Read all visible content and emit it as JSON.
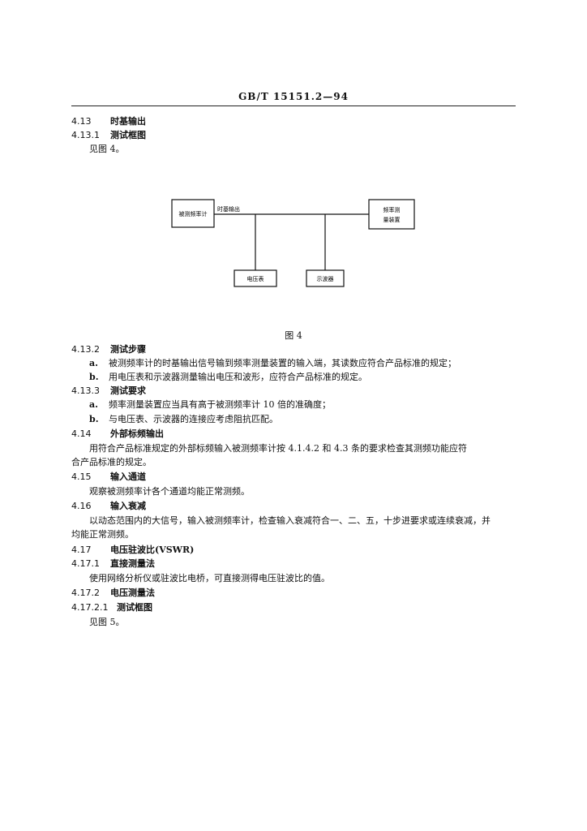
{
  "header": {
    "code": "GB/T  15151.2—94"
  },
  "sections": {
    "s4_13": {
      "num": "4.13",
      "title": "时基输出"
    },
    "s4_13_1": {
      "num": "4.13.1",
      "title": "测试框图",
      "body": "见图 4。"
    },
    "figure4": {
      "caption": "图 4",
      "boxes": {
        "dut": "被测频率计",
        "meas_line1": "频率测",
        "meas_line2": "量装置",
        "voltmeter": "电压表",
        "scope": "示波器"
      },
      "line_label": "时基输出"
    },
    "s4_13_2": {
      "num": "4.13.2",
      "title": "测试步骤",
      "items": [
        {
          "label": "a.",
          "text": "被测频率计的时基输出信号输到频率测量装置的输入端，其读数应符合产品标准的规定；"
        },
        {
          "label": "b.",
          "text": "用电压表和示波器测量输出电压和波形，应符合产品标准的规定。"
        }
      ]
    },
    "s4_13_3": {
      "num": "4.13.3",
      "title": "测试要求",
      "items": [
        {
          "label": "a.",
          "text": "频率测量装置应当具有高于被测频率计 10 倍的准确度；"
        },
        {
          "label": "b.",
          "text": "与电压表、示波器的连接应考虑阻抗匹配。"
        }
      ]
    },
    "s4_14": {
      "num": "4.14",
      "title": "外部标频输出",
      "body1": "用符合产品标准规定的外部标频输入被测频率计按 4.1.4.2 和 4.3 条的要求检查其测频功能应符",
      "body2": "合产品标准的规定。"
    },
    "s4_15": {
      "num": "4.15",
      "title": "输入通道",
      "body": "观察被测频率计各个通道均能正常测频。"
    },
    "s4_16": {
      "num": "4.16",
      "title": "输入衰减",
      "body1": "以动态范围内的大信号，输入被测频率计，检查输入衰减符合一、二、五，十步进要求或连续衰减，并",
      "body2": "均能正常测频。"
    },
    "s4_17": {
      "num": "4.17",
      "title": "电压驻波比(VSWR)"
    },
    "s4_17_1": {
      "num": "4.17.1",
      "title": "直接测量法",
      "body": "使用网络分析仪或驻波比电桥，可直接测得电压驻波比的值。"
    },
    "s4_17_2": {
      "num": "4.17.2",
      "title": "电压测量法"
    },
    "s4_17_2_1": {
      "num": "4.17.2.1",
      "title": "测试框图",
      "body": "见图 5。"
    }
  }
}
